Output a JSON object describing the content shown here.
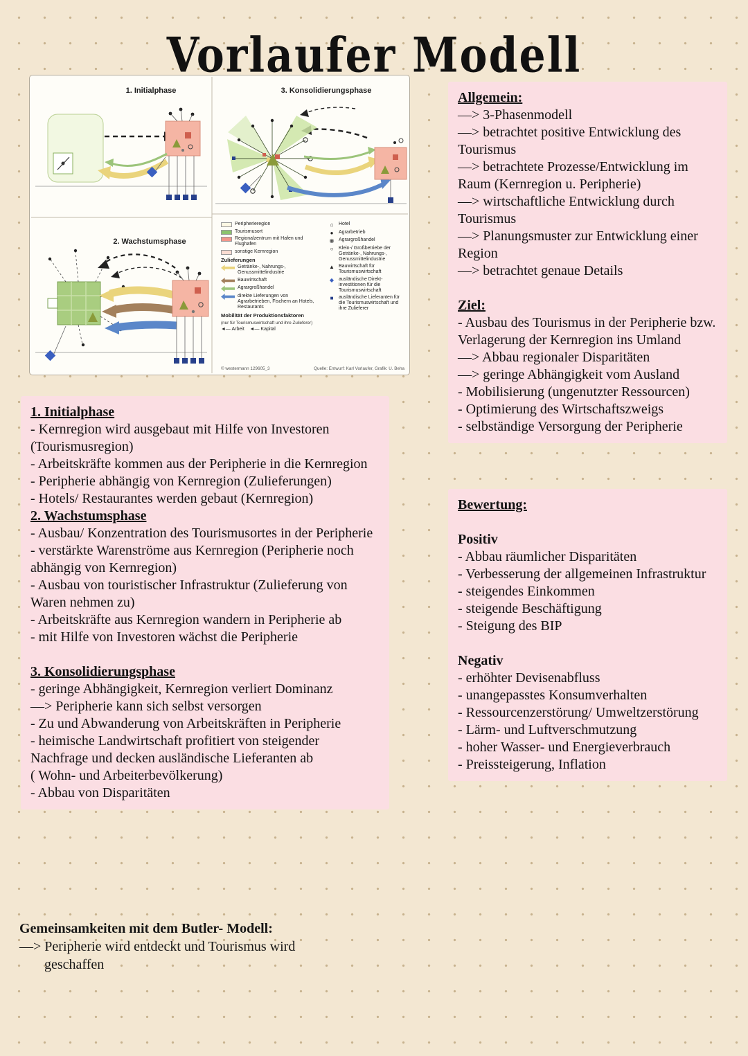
{
  "theme": {
    "page_background": "#f3e7d2",
    "note_box_pink": "#fbdee3",
    "grid_dot_color": "#c7b28e",
    "core_region_pink": "#f5b5a4",
    "tourism_green": "#8cc36d"
  },
  "page": {
    "title": "Vorlaufer Modell"
  },
  "diagram": {
    "phase1_label": "1. Initialphase",
    "phase2_label": "2. Wachstumsphase",
    "phase3_label": "3. Konsolidierungsphase",
    "legend": {
      "areas": [
        {
          "label": "Peripherieregion",
          "swatch": "#fdf8e4"
        },
        {
          "label": "Tourismusort",
          "swatch": "#8cc36d"
        },
        {
          "label": "Regionalzentrum mit Hafen und Flughafen",
          "swatch": "#f2958a"
        },
        {
          "label": "sonstige Kernregion",
          "swatch": "#fadcd2"
        }
      ],
      "zulieferungen_title": "Zulieferungen",
      "flows": [
        {
          "label": "Getränke-, Nahrungs-, Genussmittelindustrie",
          "color": "#ead47c"
        },
        {
          "label": "Bauwirtschaft",
          "color": "#a3805c"
        },
        {
          "label": "Agrargroßhandel",
          "color": "#9cc47a"
        },
        {
          "label": "direkte Lieferungen von Agrarbetrieben, Fischern an Hotels, Restaurants",
          "color": "#5b87c9"
        }
      ],
      "mobility_title": "Mobilität der Produktionsfaktoren",
      "mobility_note": "(nur für Tourismuswirtschaft und ihre Zulieferer)",
      "mobility_row": "◄— Arbeit    ◄— Kapital",
      "symbols": [
        {
          "glyph": "⌂",
          "color": "#222222",
          "label": "Hotel"
        },
        {
          "glyph": "●",
          "color": "#222222",
          "label": "Agrarbetrieb"
        },
        {
          "glyph": "◉",
          "color": "#555555",
          "label": "Agrargroßhandel"
        },
        {
          "glyph": "○",
          "color": "#222222",
          "label": "Klein-/ Großbetriebe der Getränke-, Nahrungs-, Genussmittelindustrie"
        },
        {
          "glyph": "▲",
          "color": "#222222",
          "label": "Bauwirtschaft für Tourismuswirtschaft"
        },
        {
          "glyph": "◆",
          "color": "#3a5fc0",
          "label": "ausländische Direkt- investitionen für die Tourismuswirtschaft"
        },
        {
          "glyph": "■",
          "color": "#27408b",
          "label": "ausländische Lieferanten für die Tourismuswirtschaft und ihre Zulieferer"
        }
      ],
      "copyright": "© westermann 129605_3",
      "source": "Quelle: Entwurf: Karl Vorlaufer, Grafik: U. Beha"
    }
  },
  "phases_box": {
    "lines": [
      {
        "kind": "heading",
        "text": "1. Initialphase"
      },
      {
        "kind": "normal",
        "text": "- Kernregion wird ausgebaut mit Hilfe von Investoren (Tourismusregion)"
      },
      {
        "kind": "normal",
        "text": "- Arbeitskräfte kommen aus der Peripherie in die Kernregion"
      },
      {
        "kind": "normal",
        "text": "- Peripherie abhängig von Kernregion (Zulieferungen)"
      },
      {
        "kind": "normal",
        "text": "- Hotels/ Restaurantes werden gebaut (Kernregion)"
      },
      {
        "kind": "heading",
        "text": "2. Wachstumsphase"
      },
      {
        "kind": "normal",
        "text": "- Ausbau/ Konzentration des Tourismusortes in der Peripherie"
      },
      {
        "kind": "normal",
        "text": "- verstärkte Warenströme aus Kernregion (Peripherie noch abhängig von Kernregion)"
      },
      {
        "kind": "normal",
        "text": "- Ausbau von touristischer Infrastruktur (Zulieferung von Waren nehmen zu)"
      },
      {
        "kind": "normal",
        "text": "- Arbeitskräfte aus Kernregion wandern in Peripherie ab"
      },
      {
        "kind": "normal",
        "text": "- mit Hilfe von Investoren wächst die Peripherie"
      },
      {
        "kind": "spacer",
        "text": ""
      },
      {
        "kind": "heading",
        "text": "3. Konsolidierungsphase"
      },
      {
        "kind": "normal",
        "text": "- geringe Abhängigkeit, Kernregion verliert Dominanz"
      },
      {
        "kind": "normal",
        "text": "—> Peripherie kann sich selbst versorgen"
      },
      {
        "kind": "normal",
        "text": "- Zu und Abwanderung von Arbeitskräften in Peripherie"
      },
      {
        "kind": "normal",
        "text": "- heimische Landwirtschaft profitiert von steigender Nachfrage und decken ausländische Lieferanten ab"
      },
      {
        "kind": "normal",
        "text": "( Wohn- und Arbeiterbevölkerung)"
      },
      {
        "kind": "normal",
        "text": "- Abbau von Disparitäten"
      }
    ]
  },
  "allgemein_box": {
    "lines": [
      {
        "kind": "heading",
        "text": "Allgemein:"
      },
      {
        "kind": "normal",
        "text": "—> 3-Phasenmodell"
      },
      {
        "kind": "normal",
        "text": "—> betrachtet positive Entwicklung des Tourismus"
      },
      {
        "kind": "normal",
        "text": "—> betrachtete Prozesse/Entwicklung im Raum (Kernregion u. Peripherie)"
      },
      {
        "kind": "normal",
        "text": "—> wirtschaftliche Entwicklung durch Tourismus"
      },
      {
        "kind": "normal",
        "text": "—> Planungsmuster zur Entwicklung einer Region"
      },
      {
        "kind": "normal",
        "text": "—> betrachtet genaue Details"
      },
      {
        "kind": "spacer",
        "text": ""
      },
      {
        "kind": "heading",
        "text": "Ziel:"
      },
      {
        "kind": "normal",
        "text": "- Ausbau des Tourismus in der Peripherie bzw. Verlagerung der Kernregion ins Umland"
      },
      {
        "kind": "normal",
        "text": "—> Abbau regionaler Disparitäten"
      },
      {
        "kind": "normal",
        "text": "—> geringe Abhängigkeit vom Ausland"
      },
      {
        "kind": "normal",
        "text": "- Mobilisierung (ungenutzter Ressourcen)"
      },
      {
        "kind": "normal",
        "text": "- Optimierung des Wirtschaftszweigs"
      },
      {
        "kind": "normal",
        "text": "- selbständige Versorgung der Peripherie"
      }
    ]
  },
  "bewertung_box": {
    "lines": [
      {
        "kind": "heading",
        "text": "Bewertung:"
      },
      {
        "kind": "spacer",
        "text": ""
      },
      {
        "kind": "bold",
        "text": "Positiv"
      },
      {
        "kind": "normal",
        "text": "- Abbau räumlicher Disparitäten"
      },
      {
        "kind": "normal",
        "text": "- Verbesserung der allgemeinen Infrastruktur"
      },
      {
        "kind": "normal",
        "text": "- steigendes Einkommen"
      },
      {
        "kind": "normal",
        "text": "- steigende Beschäftigung"
      },
      {
        "kind": "normal",
        "text": "- Steigung des BIP"
      },
      {
        "kind": "spacer",
        "text": ""
      },
      {
        "kind": "bold",
        "text": "Negativ"
      },
      {
        "kind": "normal",
        "text": "- erhöhter Devisenabfluss"
      },
      {
        "kind": "normal",
        "text": "- unangepasstes Konsumverhalten"
      },
      {
        "kind": "normal",
        "text": "- Ressourcenzerstörung/ Umweltzerstörung"
      },
      {
        "kind": "normal",
        "text": "- Lärm- und Luftverschmutzung"
      },
      {
        "kind": "normal",
        "text": "- hoher Wasser- und Energieverbrauch"
      },
      {
        "kind": "normal",
        "text": "- Preissteigerung, Inflation"
      }
    ]
  },
  "footer": {
    "heading": "Gemeinsamkeiten mit dem Butler- Modell:",
    "line": "—> Peripherie wird entdeckt und Tourismus wird geschaffen"
  }
}
